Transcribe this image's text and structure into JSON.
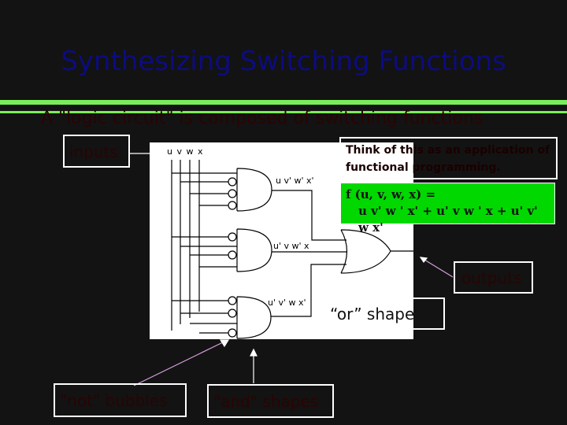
{
  "slide": {
    "title": "Synthesizing Switching Functions",
    "subtitle": "A \"logic circuit\" is composed of switching functions"
  },
  "circuit": {
    "input_labels": "u v w x",
    "gate1_label": "u v' w' x'",
    "gate2_label": "u' v w' x",
    "gate3_label": "u' v' w x'"
  },
  "callouts": {
    "inputs": "inputs",
    "outputs": "outputs",
    "or_shape": "“or” shape",
    "not_bubbles": "\"not\" bubbles",
    "and_shapes": "\"and\" shapes",
    "think": "Think of this as an application of functional programming."
  },
  "formula": {
    "line1": "f (u, v, w, x) =",
    "line2": "u v' w ' x' + u' v w ' x + u' v' w x'"
  },
  "colors": {
    "background": "#131313",
    "title": "#0c0c80",
    "rule": "#7aee5a",
    "formula_bg": "#00d800"
  }
}
